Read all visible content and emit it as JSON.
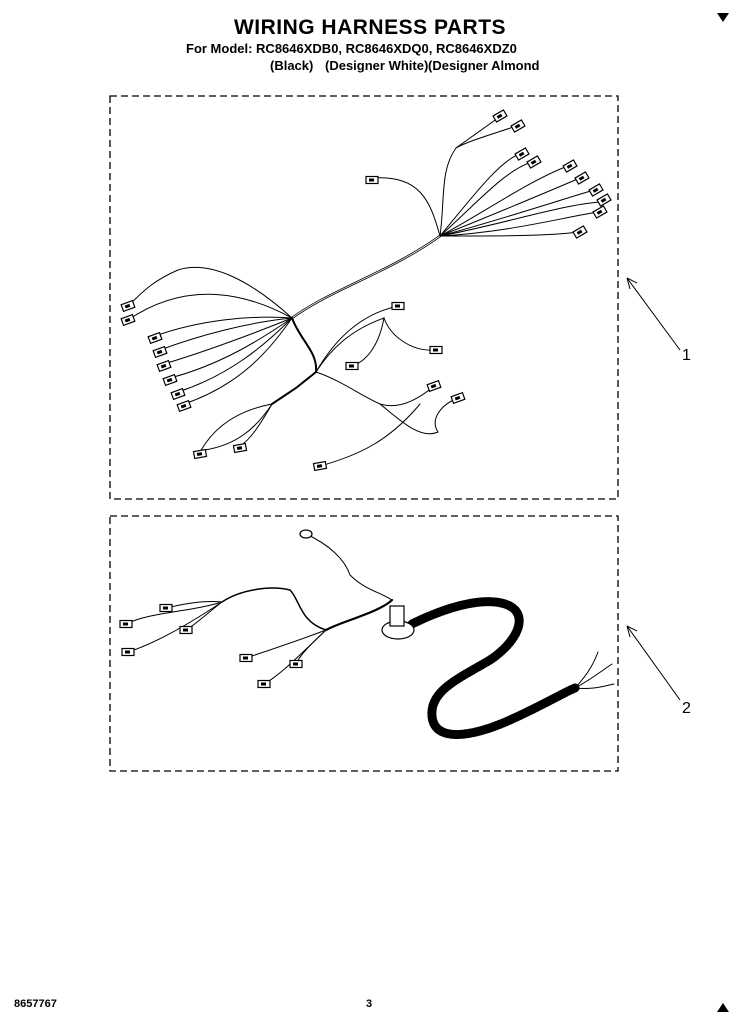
{
  "header": {
    "title": "WIRING HARNESS PARTS",
    "model_line": "For Model: RC8646XDB0, RC8646XDQ0, RC8646XDZ0",
    "finish_black": "(Black)",
    "finish_white": "(Designer White)",
    "finish_almond": "(Designer Almond"
  },
  "callouts": [
    {
      "label": "1"
    },
    {
      "label": "2"
    }
  ],
  "footer": {
    "code": "8657767",
    "page": "3"
  }
}
